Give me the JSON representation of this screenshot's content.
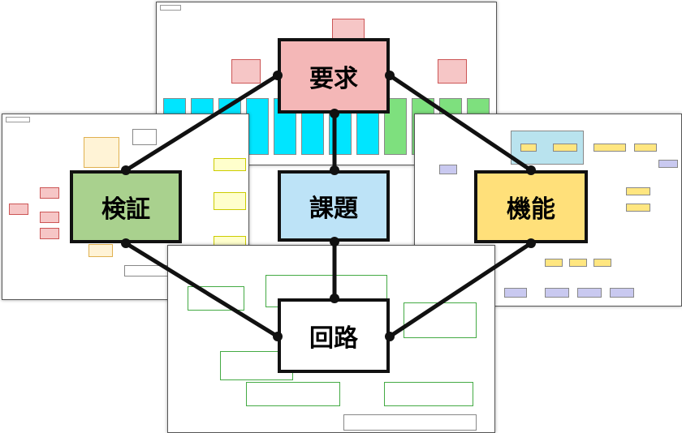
{
  "nodes": {
    "requirement": {
      "label": "要求",
      "fill": "#f4b7b7"
    },
    "verification": {
      "label": "検証",
      "fill": "#a9d18e"
    },
    "issue": {
      "label": "課題",
      "fill": "#bde3f7"
    },
    "function": {
      "label": "機能",
      "fill": "#ffe07a"
    },
    "circuit": {
      "label": "回路",
      "fill": "#ffffff"
    }
  },
  "colors": {
    "connector": "#111111"
  }
}
